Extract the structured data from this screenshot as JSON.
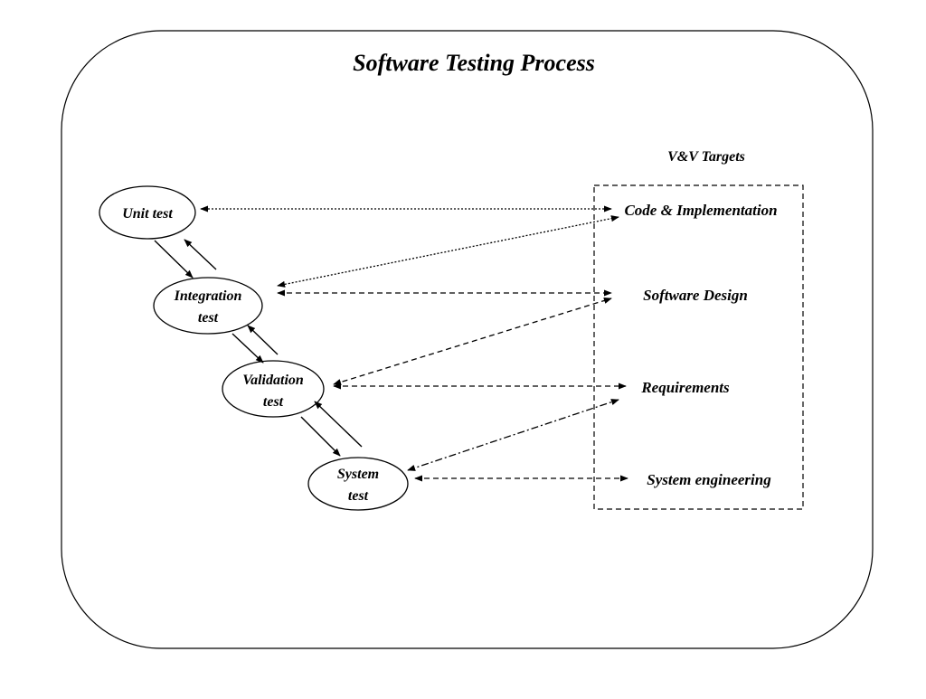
{
  "title": "Software Testing Process",
  "targets_heading": "V&V Targets",
  "tests": [
    {
      "lines": [
        "Unit test"
      ]
    },
    {
      "lines": [
        "Integration",
        "test"
      ]
    },
    {
      "lines": [
        "Validation",
        "test"
      ]
    },
    {
      "lines": [
        "System",
        "test"
      ]
    }
  ],
  "targets": [
    "Code & Implementation",
    "Software Design",
    "Requirements",
    "System  engineering"
  ]
}
